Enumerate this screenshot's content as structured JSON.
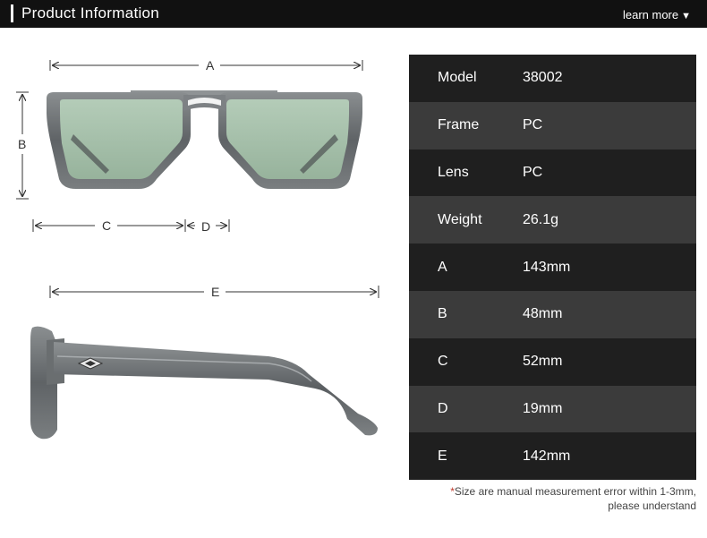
{
  "header": {
    "title": "Product Information",
    "learn_more": "learn more",
    "caret": "▼"
  },
  "dimensions": {
    "a": "A",
    "b": "B",
    "c": "C",
    "d": "D",
    "e": "E"
  },
  "spec_rows": [
    {
      "key": "Model",
      "value": "38002"
    },
    {
      "key": "Frame",
      "value": "PC"
    },
    {
      "key": "Lens",
      "value": "PC"
    },
    {
      "key": "Weight",
      "value": "26.1g"
    },
    {
      "key": "A",
      "value": "143mm"
    },
    {
      "key": "B",
      "value": "48mm"
    },
    {
      "key": "C",
      "value": "52mm"
    },
    {
      "key": "D",
      "value": "19mm"
    },
    {
      "key": "E",
      "value": "142mm"
    }
  ],
  "note": {
    "asterisk": "*",
    "line1": "Size are manual measurement error within 1-3mm,",
    "line2": "please understand"
  },
  "colors": {
    "frame": "#6e7274",
    "lens": "#a9c2ad",
    "header_bg": "#111111",
    "row_dark": "#1f1f1f",
    "row_light": "#3b3b3b"
  }
}
